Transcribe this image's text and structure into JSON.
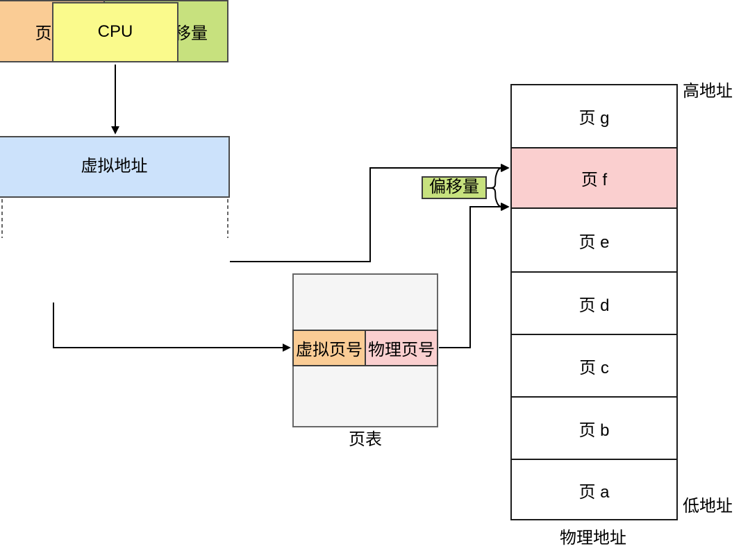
{
  "diagram": {
    "cpu": "CPU",
    "virtual_address": "虚拟地址",
    "page_number": "页号",
    "page_offset": "页内偏移量",
    "page_table_label": "页表",
    "virtual_page_number": "虚拟页号",
    "physical_page_number": "物理页号",
    "offset": "偏移量",
    "high_address": "高地址",
    "low_address": "低地址",
    "physical_address": "物理地址",
    "memory_pages": [
      "页 g",
      "页 f",
      "页 e",
      "页 d",
      "页 c",
      "页 b",
      "页 a"
    ],
    "highlighted_page": "页 f",
    "colors": {
      "cpu_fill": "#FAFA8C",
      "virtual_address_fill": "#CCE2FB",
      "page_number_fill": "#FACC95",
      "offset_fill": "#C7E17E",
      "page_f_fill": "#FACFCF",
      "page_table_fill": "#F5F5F5",
      "line_color": "#000000"
    }
  }
}
